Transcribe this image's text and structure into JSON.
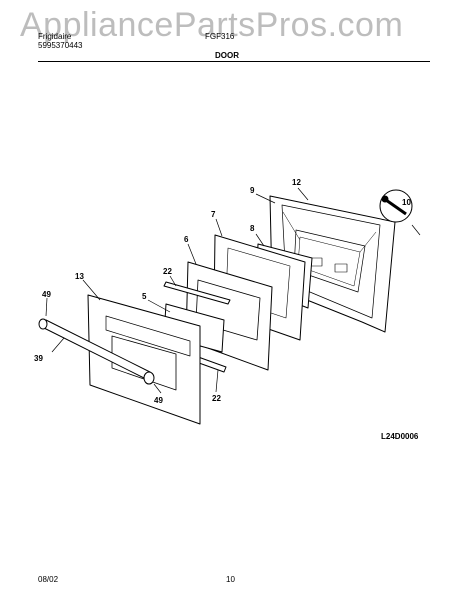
{
  "watermark": "AppliancePartsPros.com",
  "header": {
    "brand": "Frigidaire",
    "doc_number": "5995370443",
    "model": "FGF316"
  },
  "section_title": "DOOR",
  "diagram_code": "L24D0006",
  "footer": {
    "date": "08/02",
    "page": "10"
  },
  "callouts": [
    {
      "id": "c12",
      "text": "12"
    },
    {
      "id": "c9",
      "text": "9"
    },
    {
      "id": "c10",
      "text": "10"
    },
    {
      "id": "c7",
      "text": "7"
    },
    {
      "id": "c8",
      "text": "8"
    },
    {
      "id": "c6",
      "text": "6"
    },
    {
      "id": "c22a",
      "text": "22"
    },
    {
      "id": "c13",
      "text": "13"
    },
    {
      "id": "c5",
      "text": "5"
    },
    {
      "id": "c49a",
      "text": "49"
    },
    {
      "id": "c39",
      "text": "39"
    },
    {
      "id": "c49b",
      "text": "49"
    },
    {
      "id": "c22b",
      "text": "22"
    }
  ]
}
